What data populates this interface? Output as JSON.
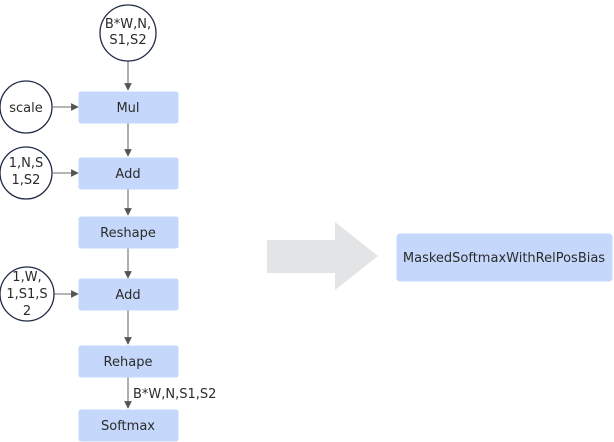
{
  "inputs": {
    "bwns": [
      "B*W,N,",
      "S1,S2"
    ],
    "scale": [
      "scale"
    ],
    "mask_add": [
      "1,N,S",
      "1,S2"
    ],
    "bias_add": [
      "1,W,",
      "1,S1,S",
      "2"
    ]
  },
  "ops": {
    "mul": "Mul",
    "add1": "Add",
    "reshape": "Reshape",
    "add2": "Add",
    "rehape": "Rehape",
    "softmax": "Softmax"
  },
  "edge_labels": {
    "softmax_input_shape": "B*W,N,S1,S2"
  },
  "fused": {
    "label": "MaskedSoftmaxWithRelPosBias"
  }
}
